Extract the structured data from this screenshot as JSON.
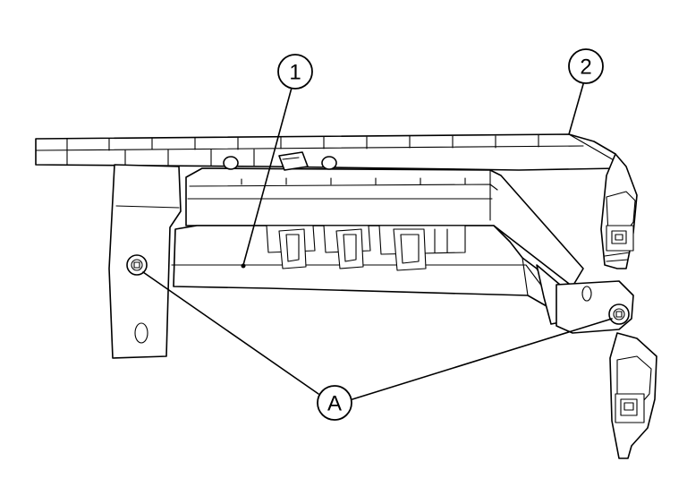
{
  "callouts": {
    "part_1": "1",
    "part_2": "2",
    "fastener_a": "A"
  }
}
